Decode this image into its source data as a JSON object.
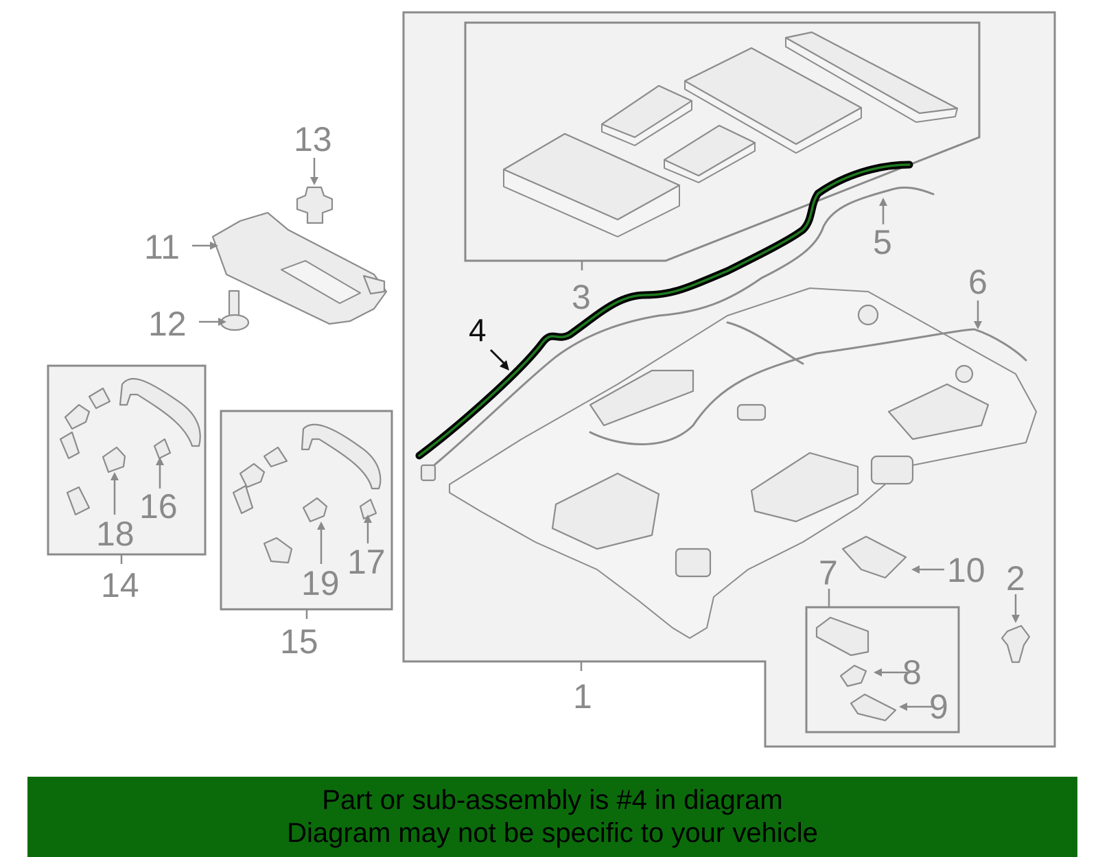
{
  "callouts": {
    "c1": "1",
    "c2": "2",
    "c3": "3",
    "c4": "4",
    "c5": "5",
    "c6": "6",
    "c7": "7",
    "c8": "8",
    "c9": "9",
    "c10": "10",
    "c11": "11",
    "c12": "12",
    "c13": "13",
    "c14": "14",
    "c15": "15",
    "c16": "16",
    "c17": "17",
    "c18": "18",
    "c19": "19"
  },
  "highlight": {
    "part_number": "4",
    "color": "#0b6b0b"
  },
  "banner": {
    "line1": "Part or sub-assembly is #4 in diagram",
    "line2": "Diagram may not be specific to your vehicle",
    "background": "#0b6b0b"
  }
}
